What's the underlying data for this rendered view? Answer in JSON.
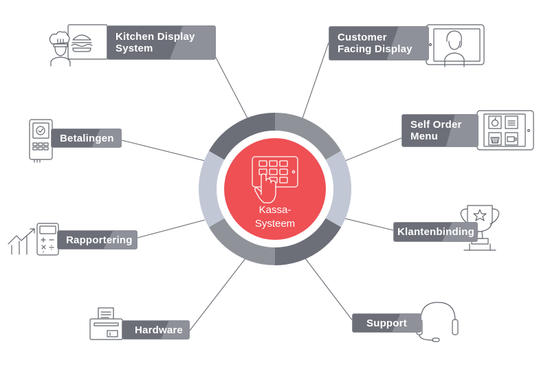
{
  "center": {
    "label": "Kassa-\nSysteem",
    "icon": "tablet-touch-icon",
    "color": "#ee5054"
  },
  "ring_colors": [
    "#8f9399",
    "#c1c7d4",
    "#6c6f78",
    "#8f9399",
    "#c1c7d4",
    "#6c6f78"
  ],
  "connector_color": "#666a72",
  "modules": [
    {
      "id": "kitchen-display",
      "label": "Kitchen Display\nSystem",
      "icon": "kitchen-display-icon"
    },
    {
      "id": "customer-facing-display",
      "label": "Customer\nFacing Display",
      "icon": "customer-display-icon"
    },
    {
      "id": "betalingen",
      "label": "Betalingen",
      "icon": "payment-terminal-icon"
    },
    {
      "id": "self-order-menu",
      "label": "Self Order\nMenu",
      "icon": "self-order-kiosk-icon"
    },
    {
      "id": "rapportering",
      "label": "Rapportering",
      "icon": "report-calculator-icon"
    },
    {
      "id": "klantenbinding",
      "label": "Klantenbinding",
      "icon": "trophy-icon"
    },
    {
      "id": "hardware",
      "label": "Hardware",
      "icon": "receipt-printer-icon"
    },
    {
      "id": "support",
      "label": "Support",
      "icon": "headset-icon"
    }
  ]
}
